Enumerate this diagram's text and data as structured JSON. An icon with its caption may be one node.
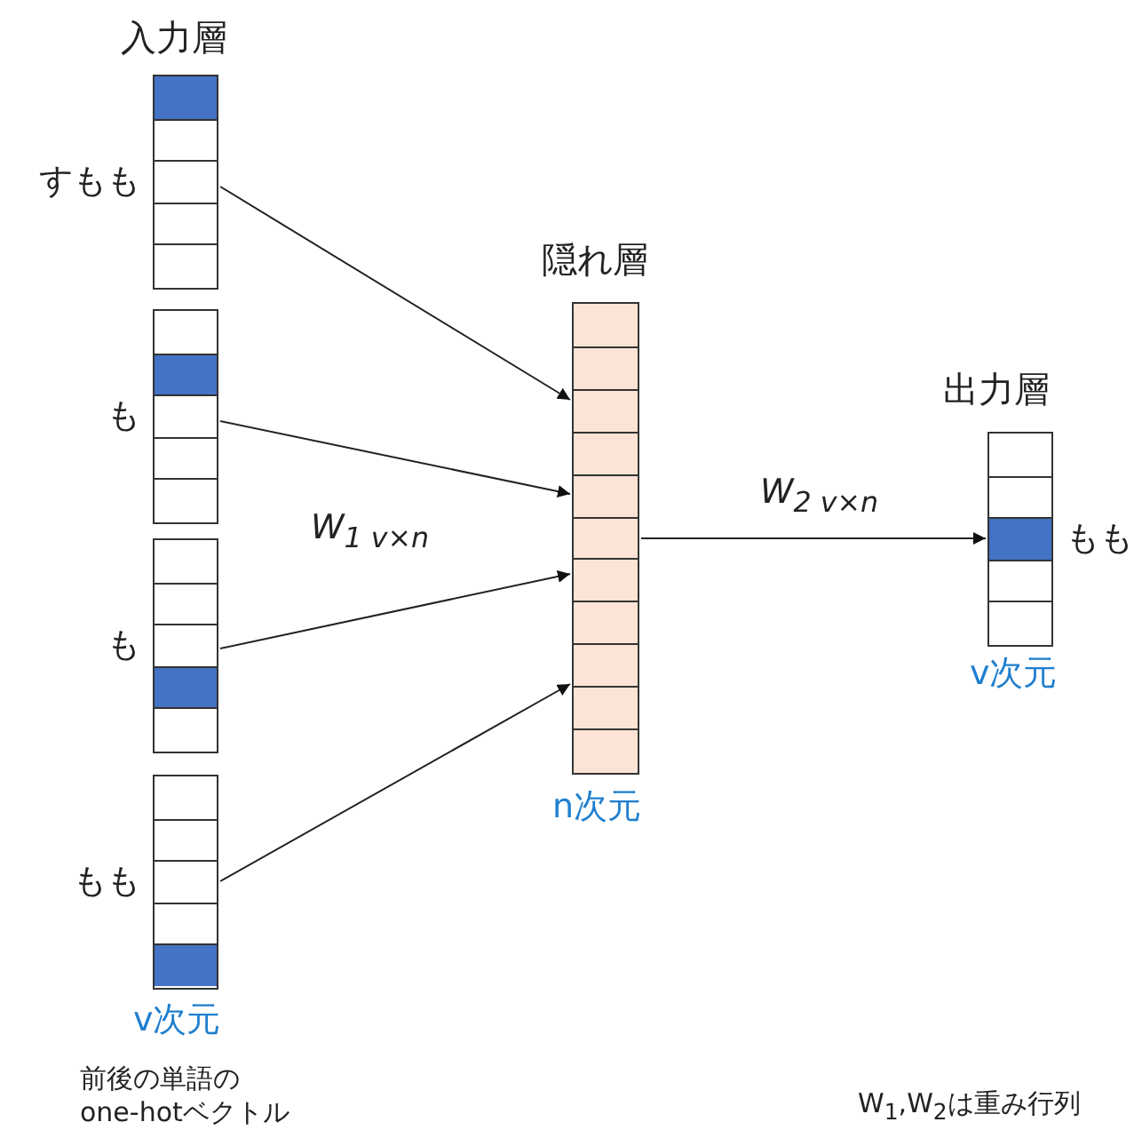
{
  "diagram": {
    "nodes": [
      {
        "text": [],
        "shape": "bar",
        "beside": [
          "すもも"
        ]
      },
      {
        "text": [],
        "shape": "bar",
        "beside": [
          "も"
        ]
      },
      {
        "text": [],
        "shape": "bar",
        "beside": [
          "も"
        ]
      },
      {
        "text": [],
        "shape": "bar",
        "beside": [
          "もも"
        ]
      },
      {
        "text": [],
        "shape": "bar",
        "beside": [
          "隠れ層",
          "n次元"
        ]
      },
      {
        "text": [],
        "shape": "bar",
        "beside": [
          "出力層",
          "もも",
          "v次元"
        ]
      }
    ],
    "edges": [
      {
        "from": 0,
        "to": 4,
        "arrow": "to"
      },
      {
        "from": 1,
        "to": 4,
        "arrow": "to"
      },
      {
        "from": 2,
        "to": 4,
        "arrow": "to"
      },
      {
        "from": 3,
        "to": 4,
        "arrow": "to"
      },
      {
        "from": 4,
        "to": 5,
        "arrow": "to",
        "label": "W$_{2 v×n}$"
      }
    ],
    "labels": [
      "入力層",
      "v次元",
      "前後の単語の one-hotベクトル",
      "W$_{1 v×n}$",
      "W$_{1}$,W$_{2}$は重み行列"
    ]
  }
}
